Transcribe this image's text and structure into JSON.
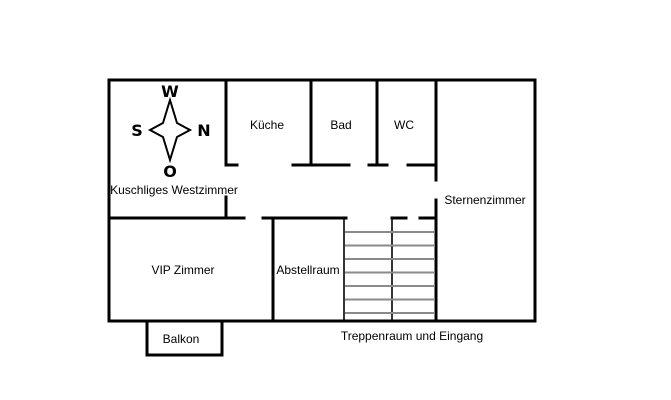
{
  "rooms": {
    "kuche": "Küche",
    "bad": "Bad",
    "wc": "WC",
    "westzimmer": "Kuschliges Westzimmer",
    "sternenzimmer": "Sternenzimmer",
    "vip": "VIP Zimmer",
    "abstellraum": "Abstellraum",
    "treppenraum": "Treppenraum und Eingang",
    "balkon": "Balkon"
  },
  "compass": {
    "north": "N",
    "south": "S",
    "west": "W",
    "east": "O"
  },
  "stair_steps": 7
}
